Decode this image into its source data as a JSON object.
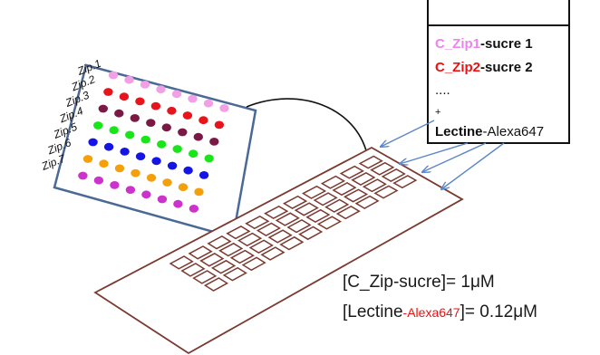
{
  "zip_labels": [
    "Zip.1",
    "Zip.2",
    "Zip.3",
    "Zip.4",
    "Zip.5",
    "Zip.6",
    "Zip.7"
  ],
  "zip_colors": [
    "#f2a0e6",
    "#e8141c",
    "#7a1a44",
    "#19e619",
    "#1414e6",
    "#f5a00a",
    "#cc33cc"
  ],
  "dots_per_row": 8,
  "tube": {
    "line1": {
      "name": "C_Zip1",
      "suffix": "-sucre 1",
      "name_color": "#ee82ee"
    },
    "line2": {
      "name": "C_Zip2",
      "suffix": "-sucre 2",
      "name_color": "#ee1111"
    },
    "dots": "....",
    "plus": "+",
    "line5": {
      "name": "Lectine",
      "suffix": "-Alexa647"
    }
  },
  "concentrations": {
    "zip": {
      "label": "[C_Zip-sucre]",
      "value": "= 1μM"
    },
    "lectine": {
      "label_start": "[Lectine",
      "label_dye": "-Alexa647",
      "label_end": "]",
      "value": "= 0.12μM",
      "dye_color": "#ee1111"
    }
  },
  "colors": {
    "frame": "#4a6a95",
    "chip": "#7a3a30",
    "arrow": "#5b86c8"
  }
}
